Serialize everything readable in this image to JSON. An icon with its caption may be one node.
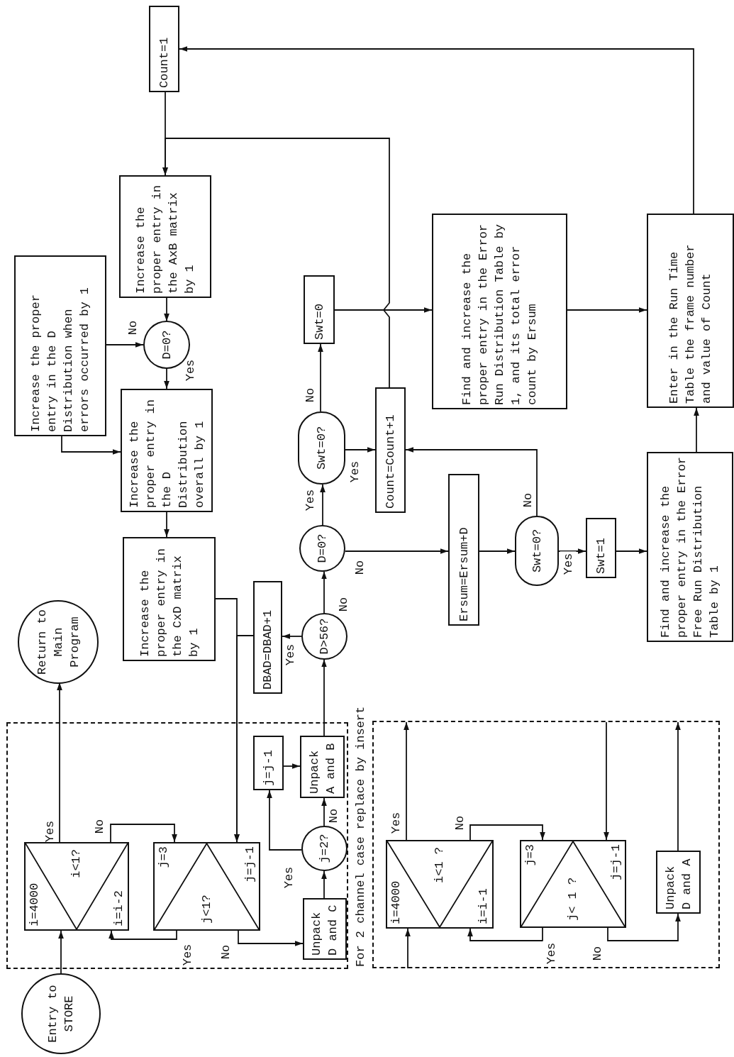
{
  "diagram": {
    "nodes": [
      {
        "text": [
          "Count=1"
        ]
      },
      {
        "text": [
          "Increase the proper entry in the D Distribution when errors occurred by 1"
        ]
      },
      {
        "text": [
          "Increase the proper entry in the AxB matrix by 1"
        ]
      },
      {
        "text": [
          "D=0?"
        ]
      },
      {
        "text": [
          "Increase the proper entry in the D Distribution overall by 1"
        ]
      },
      {
        "text": [
          "Swt=0"
        ]
      },
      {
        "text": [
          "Find and increase the proper entry in the Error Run Distribution Table by 1, and its total error count by Ersum"
        ]
      },
      {
        "text": [
          "Enter in the Run Time Table the frame number and value of Count"
        ]
      },
      {
        "text": [
          "Swt=0?"
        ]
      },
      {
        "text": [
          "Count=Count+1"
        ]
      },
      {
        "text": [
          "Return to Main Program"
        ]
      },
      {
        "text": [
          "Increase the proper entry in the CxD matrix by 1"
        ]
      },
      {
        "text": [
          "DBAD=DBAD+1"
        ]
      },
      {
        "text": [
          "D>56?"
        ]
      },
      {
        "text": [
          "D=0?"
        ]
      },
      {
        "text": [
          "Ersum=Ersum+D"
        ]
      },
      {
        "text": [
          "Swt=0?"
        ]
      },
      {
        "text": [
          "Swt=1"
        ]
      },
      {
        "text": [
          "Find and increase the proper entry in the Error Free Run Distribution Table by 1"
        ]
      },
      {
        "text": [],
        "shape": "box"
      },
      {
        "text": [
          "i=4000",
          "i<1?",
          "i=i-2"
        ],
        "in": 19
      },
      {
        "text": [
          "j=3",
          "j<1?",
          "j=j-1"
        ],
        "in": 19
      },
      {
        "text": [
          "j=j-1"
        ],
        "in": 19
      },
      {
        "text": [
          "Unpack A and B"
        ],
        "in": 19
      },
      {
        "text": [
          "j=2?"
        ],
        "in": 19
      },
      {
        "text": [
          "Unpack D and C"
        ],
        "in": 19
      },
      {
        "text": [
          "Entry to STORE"
        ]
      },
      {
        "text": [
          "For 2 channel case replace by insert"
        ]
      },
      {
        "text": [
          "i=4000",
          "i<1 ?",
          "i=i-1"
        ],
        "in": 27
      },
      {
        "text": [
          "j=3",
          "j< 1 ?",
          "j=j-1"
        ],
        "in": 27
      },
      {
        "text": [
          "Unpack D and A"
        ],
        "in": 27
      }
    ],
    "edges": [
      {
        "from": 7,
        "to": 0,
        "arrow": "to"
      },
      {
        "from": 0,
        "to": 2,
        "arrow": "to"
      },
      {
        "from": 9,
        "to": 2,
        "arrow": "to"
      },
      {
        "from": 2,
        "to": 3,
        "arrow": "to"
      },
      {
        "from": 1,
        "to": 3,
        "arrow": "to",
        "label": "No"
      },
      {
        "from": 3,
        "to": 4,
        "arrow": "to",
        "label": "Yes"
      },
      {
        "from": 1,
        "to": 4,
        "arrow": "to"
      },
      {
        "from": 4,
        "to": 11,
        "arrow": "to"
      },
      {
        "from": 11,
        "to": 21,
        "arrow": "to"
      },
      {
        "from": 12,
        "to": 21,
        "arrow": "to"
      },
      {
        "from": 13,
        "to": 12,
        "arrow": "to",
        "label": "Yes"
      },
      {
        "from": 13,
        "to": 14,
        "arrow": "to",
        "label": "No"
      },
      {
        "from": 14,
        "to": 8,
        "arrow": "to",
        "label": "Yes"
      },
      {
        "from": 14,
        "to": 15,
        "arrow": "to",
        "label": "No"
      },
      {
        "from": 8,
        "to": 5,
        "arrow": "to",
        "label": "No"
      },
      {
        "from": 8,
        "to": 9,
        "arrow": "to",
        "label": "Yes"
      },
      {
        "from": 5,
        "to": 6,
        "arrow": "to"
      },
      {
        "from": 6,
        "to": 7,
        "arrow": "to"
      },
      {
        "from": 15,
        "to": 16,
        "arrow": "to"
      },
      {
        "from": 16,
        "to": 17,
        "arrow": "to",
        "label": "Yes"
      },
      {
        "from": 16,
        "to": 9,
        "arrow": "to",
        "label": "No"
      },
      {
        "from": 17,
        "to": 18,
        "arrow": "to"
      },
      {
        "from": 18,
        "to": 7,
        "arrow": "to"
      },
      {
        "from": 26,
        "to": 20,
        "arrow": "to"
      },
      {
        "from": 20,
        "to": 10,
        "arrow": "to",
        "label": "Yes"
      },
      {
        "from": 20,
        "to": 21,
        "arrow": "to",
        "label": "No"
      },
      {
        "from": 21,
        "to": 20,
        "arrow": "to",
        "label": "Yes"
      },
      {
        "from": 21,
        "to": 25,
        "arrow": "to",
        "label": "No"
      },
      {
        "from": 25,
        "to": 24,
        "arrow": "to"
      },
      {
        "from": 24,
        "to": 22,
        "arrow": "to",
        "label": "Yes"
      },
      {
        "from": 24,
        "to": 23,
        "arrow": "to",
        "label": "No"
      },
      {
        "from": 22,
        "to": 23,
        "arrow": "to"
      },
      {
        "from": 23,
        "to": 13,
        "arrow": "to"
      },
      {
        "from": null,
        "to": 28,
        "arrow": "to"
      },
      {
        "from": 28,
        "to": null,
        "arrow": "to",
        "label": "Yes"
      },
      {
        "from": 28,
        "to": 29,
        "arrow": "to",
        "label": "No"
      },
      {
        "from": 29,
        "to": 28,
        "arrow": "to",
        "label": "Yes"
      },
      {
        "from": 29,
        "to": 30,
        "arrow": "to",
        "label": "No"
      },
      {
        "from": null,
        "to": 29,
        "arrow": "to"
      },
      {
        "from": 30,
        "to": null,
        "arrow": "to"
      }
    ]
  }
}
